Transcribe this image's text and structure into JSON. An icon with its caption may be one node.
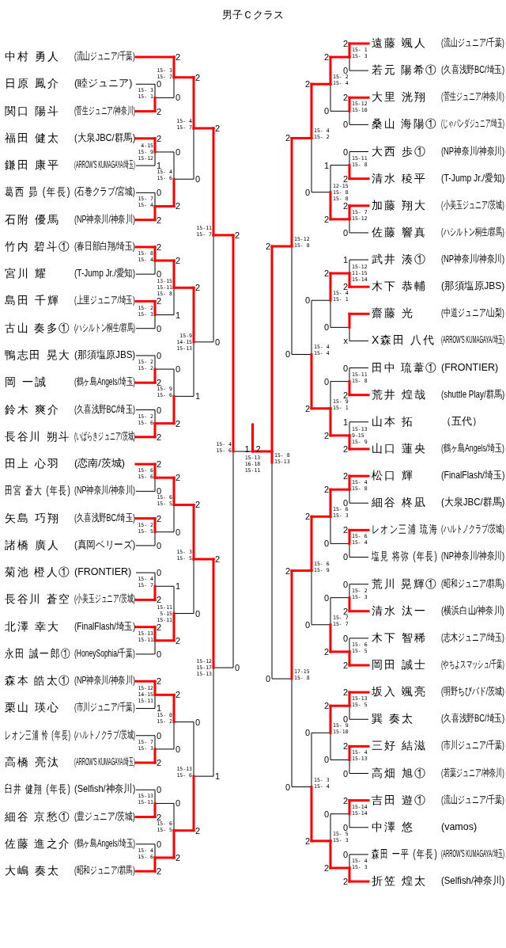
{
  "diagram": {
    "title": "男子Ｃクラス",
    "nodes": [
      {
        "text": [
          "中村 勇人",
          "(流山ジュニア/千葉)"
        ]
      },
      {
        "text": [
          "日原 鳳介",
          "(睦ジュニア)"
        ]
      },
      {
        "text": [
          "関口 陽斗",
          "(菅生ジュニア/神奈川)"
        ]
      },
      {
        "text": [
          "福田 健太",
          "(大泉JBC/群馬)"
        ]
      },
      {
        "text": [
          "鎌田 康平",
          "(ARROW'S KUMAGAYA/埼玉)"
        ]
      },
      {
        "text": [
          "葛西 昴 (年長)",
          "(石巻クラブ/宮城)"
        ]
      },
      {
        "text": [
          "石附 優馬",
          "(NP神奈川/神奈川)"
        ]
      },
      {
        "text": [
          "竹内 碧斗①",
          "(春日部白翔/埼玉)"
        ]
      },
      {
        "text": [
          "宮川 耀",
          "(T-Jump Jr./愛知)"
        ]
      },
      {
        "text": [
          "島田 千輝",
          "(上里ジュニア/埼玉)"
        ]
      },
      {
        "text": [
          "古山 奏多①",
          "(ハシルトン桐生/群馬)"
        ]
      },
      {
        "text": [
          "鴨志田 晃大",
          "(那須塩原JBS)"
        ]
      },
      {
        "text": [
          "岡 一誠",
          "(鶴ヶ島Angels/埼玉)"
        ]
      },
      {
        "text": [
          "鈴木 爽介",
          "(久喜浅野BC/埼玉)"
        ]
      },
      {
        "text": [
          "長谷川 朔斗",
          "(いばらきジュニア/茨城)"
        ]
      },
      {
        "text": [
          "田上 心羽",
          "(恋南/茨城)"
        ]
      },
      {
        "text": [
          "田宮 蒼大 (年長)",
          "(NP神奈川/神奈川)"
        ]
      },
      {
        "text": [
          "矢島 巧翔",
          "(久喜浅野BC/埼玉)"
        ]
      },
      {
        "text": [
          "諸橋 廣人",
          "(真岡ベリーズ)"
        ]
      },
      {
        "text": [
          "菊池 橙人①",
          "(FRONTIER)"
        ]
      },
      {
        "text": [
          "長谷川 蒼空",
          "(小美玉ジュニア/茨城)"
        ]
      },
      {
        "text": [
          "北澤 幸大",
          "(FinalFlash/埼玉)"
        ]
      },
      {
        "text": [
          "永田 誠一郎①",
          "(HoneySophia/千葉)"
        ]
      },
      {
        "text": [
          "森本 皓太①",
          "(NP神奈川/神奈川)"
        ]
      },
      {
        "text": [
          "栗山 瑛心",
          "(市川ジュニア/千葉)"
        ]
      },
      {
        "text": [
          "レオン三浦 怜 (年長)",
          "(ハルトノクラブ/茨城)"
        ]
      },
      {
        "text": [
          "高橋 亮汰",
          "(ARROW'S KUMAGAYA/埼玉)"
        ]
      },
      {
        "text": [
          "臼井 健翔 (年長)",
          "(Selfish/神奈川)"
        ]
      },
      {
        "text": [
          "細谷 京愁①",
          "(豊ジュニア/茨城)"
        ]
      },
      {
        "text": [
          "佐藤 進之介",
          "(鶴ヶ島Angels/埼玉)"
        ]
      },
      {
        "text": [
          "大嶋 奏太",
          "(昭和ジュニア/群馬)"
        ]
      },
      {
        "text": [
          "遠藤 颯人",
          "(流山ジュニア/千葉)"
        ]
      },
      {
        "text": [
          "若元 陽希①",
          "(久喜浅野BC/埼玉)"
        ]
      },
      {
        "text": [
          "大里 洸翔",
          "(菅生ジュニア/神奈川)"
        ]
      },
      {
        "text": [
          "桑山 海陽①",
          "(じゃパンダジュニア/埼玉)"
        ]
      },
      {
        "text": [
          "大西 歩①",
          "(NP神奈川/神奈川)"
        ]
      },
      {
        "text": [
          "清水 稜平",
          "(T-Jump Jr./愛知)"
        ]
      },
      {
        "text": [
          "加藤 翔大",
          "(小美玉ジュニア/茨城)"
        ]
      },
      {
        "text": [
          "佐藤 響真",
          "(ハシルトン桐生/群馬)"
        ]
      },
      {
        "text": [
          "武井 湊①",
          "(NP神奈川/神奈川)"
        ]
      },
      {
        "text": [
          "木下 恭輔",
          "(那須塩原JBS)"
        ]
      },
      {
        "text": [
          "齋藤 光",
          "(中道ジュニア/山梨)"
        ]
      },
      {
        "text": [
          "X森田 八代",
          "(ARROW'S KUMAGAYA/埼玉)"
        ]
      },
      {
        "text": [
          "田中 琉葦①",
          "(FRONTIER)"
        ]
      },
      {
        "text": [
          "荒井 煌哉",
          "(shuttle Play/群馬)"
        ]
      },
      {
        "text": [
          "山本 拓",
          "（五代）"
        ]
      },
      {
        "text": [
          "山口 蓮央",
          "(鶴ヶ島Angels/埼玉)"
        ]
      },
      {
        "text": [
          "松口 輝",
          "(FinalFlash/埼玉)"
        ]
      },
      {
        "text": [
          "細谷 柊凪",
          "(大泉JBC/群馬)"
        ]
      },
      {
        "text": [
          "レオン三浦 琉海",
          "(ハルトノクラブ/茨城)"
        ]
      },
      {
        "text": [
          "塩見 将弥 (年長)",
          "(NP神奈川/神奈川)"
        ]
      },
      {
        "text": [
          "荒川 晃輝①",
          "(昭和ジュニア/群馬)"
        ]
      },
      {
        "text": [
          "清水 汰一",
          "(横浜白山/神奈川)"
        ]
      },
      {
        "text": [
          "木下 智稀",
          "(志木ジュニア/埼玉)"
        ]
      },
      {
        "text": [
          "岡田 誠士",
          "(やちよスマッシュ/千葉)"
        ]
      },
      {
        "text": [
          "坂入 颯亮",
          "(明野ちびバド/茨城)"
        ]
      },
      {
        "text": [
          "巽 奏太",
          "(久喜浅野BC/埼玉)"
        ]
      },
      {
        "text": [
          "三好 結滋",
          "(市川ジュニア/千葉)"
        ]
      },
      {
        "text": [
          "高畑 旭①",
          "(若葉ジュニア/神奈川)"
        ]
      },
      {
        "text": [
          "吉田 遊①",
          "(流山ジュニア/千葉)"
        ]
      },
      {
        "text": [
          "中澤 悠",
          "(vamos)"
        ]
      },
      {
        "text": [
          "森田 一平 (年長)",
          "(ARROW'S KUMAGAYA/埼玉)"
        ]
      },
      {
        "text": [
          "折笠 煌太",
          "(Selfish/神奈川)"
        ]
      }
    ],
    "labels": [
      "15- 3 15- 1",
      "0",
      "2",
      "15- 3 15- 7",
      "2",
      "0",
      "4-15 15- 9 15-12",
      "2",
      "1",
      "15- 7 15- 4",
      "0",
      "2",
      "15- 4 15- 6",
      "0",
      "2",
      "15- 4 15- 7",
      "2",
      "0",
      "15- 8 15- 4",
      "2",
      "0",
      "15- 2 15- 3",
      "2",
      "0",
      "13-15 15-11 15- 8",
      "2",
      "1",
      "15- 2 15- 2",
      "0",
      "2",
      "15- 2 15- 6",
      "0",
      "2",
      "15- 9 15- 6",
      "0",
      "2",
      "15-9 14-15 15-13",
      "2",
      "1",
      "15-11 15- 7",
      "2",
      "0",
      "15- 6 15- 6",
      "2",
      "0",
      "15- 2 15- 5",
      "2",
      "0",
      "15- 6 15- 5",
      "2",
      "0",
      "15- 4 15- 7",
      "0",
      "2",
      "15-13 15-11",
      "2",
      "0",
      "15-11 5-15 15-11",
      "1",
      "2",
      "15- 3 15- 5",
      "2",
      "0",
      "15-12 14-15 15-11",
      "2",
      "1",
      "15- 7 15- 3",
      "0",
      "2",
      "15- 0 15- 2",
      "2",
      "0",
      "15-13 15-11",
      "0",
      "2",
      "15- 4 15- 6",
      "0",
      "2",
      "15- 6 15- 5",
      "0",
      "2",
      "15-13 15- 6",
      "0",
      "2",
      "15-12 15-17 15-13",
      "2",
      "1",
      "15- 4 15- 6",
      "2",
      "0",
      "15- 1 15- 3",
      "2",
      "0",
      "15-12 15-10",
      "2",
      "0",
      "15- 2 15- 4",
      "2",
      "0",
      "15-11 15- 8",
      "0",
      "2",
      "15- 7 15-12",
      "2",
      "0",
      "12-15 15- 8 15- 8",
      "1",
      "2",
      "15- 4 15- 2",
      "2",
      "0",
      "15-12 11-15 15-14",
      "1",
      "2",
      "x",
      "15- 4 15- 1",
      "2",
      "0",
      "15-11 15- 8",
      "0",
      "2",
      "15-13 9-15 15- 9",
      "1",
      "2",
      "15- 9 15- 1",
      "0",
      "2",
      "15- 4 15- 4",
      "0",
      "2",
      "15-12 15- 8",
      "2",
      "0",
      "15- 4 15- 8",
      "2",
      "0",
      "15- 6 15- 4",
      "2",
      "0",
      "15- 6 15- 3",
      "2",
      "0",
      "15- 2 15- 3",
      "0",
      "2",
      "15- 6 15- 5",
      "0",
      "2",
      "15- 7 15- 7",
      "0",
      "2",
      "15- 6 15- 9",
      "2",
      "0",
      "15-13 15- 5",
      "2",
      "0",
      "15- 4 15-13",
      "2",
      "0",
      "15- 9 15-10",
      "2",
      "0",
      "15-14 15-14",
      "2",
      "0",
      "15- 4 15- 3",
      "0",
      "2",
      "15- 5 15- 3",
      "0",
      "2",
      "15- 3 15- 4",
      "0",
      "2",
      "17-15 15- 8",
      "2",
      "0",
      "15- 8 15-13",
      "2",
      "0",
      "15-13 16-18 15-11",
      "1",
      "2"
    ]
  }
}
